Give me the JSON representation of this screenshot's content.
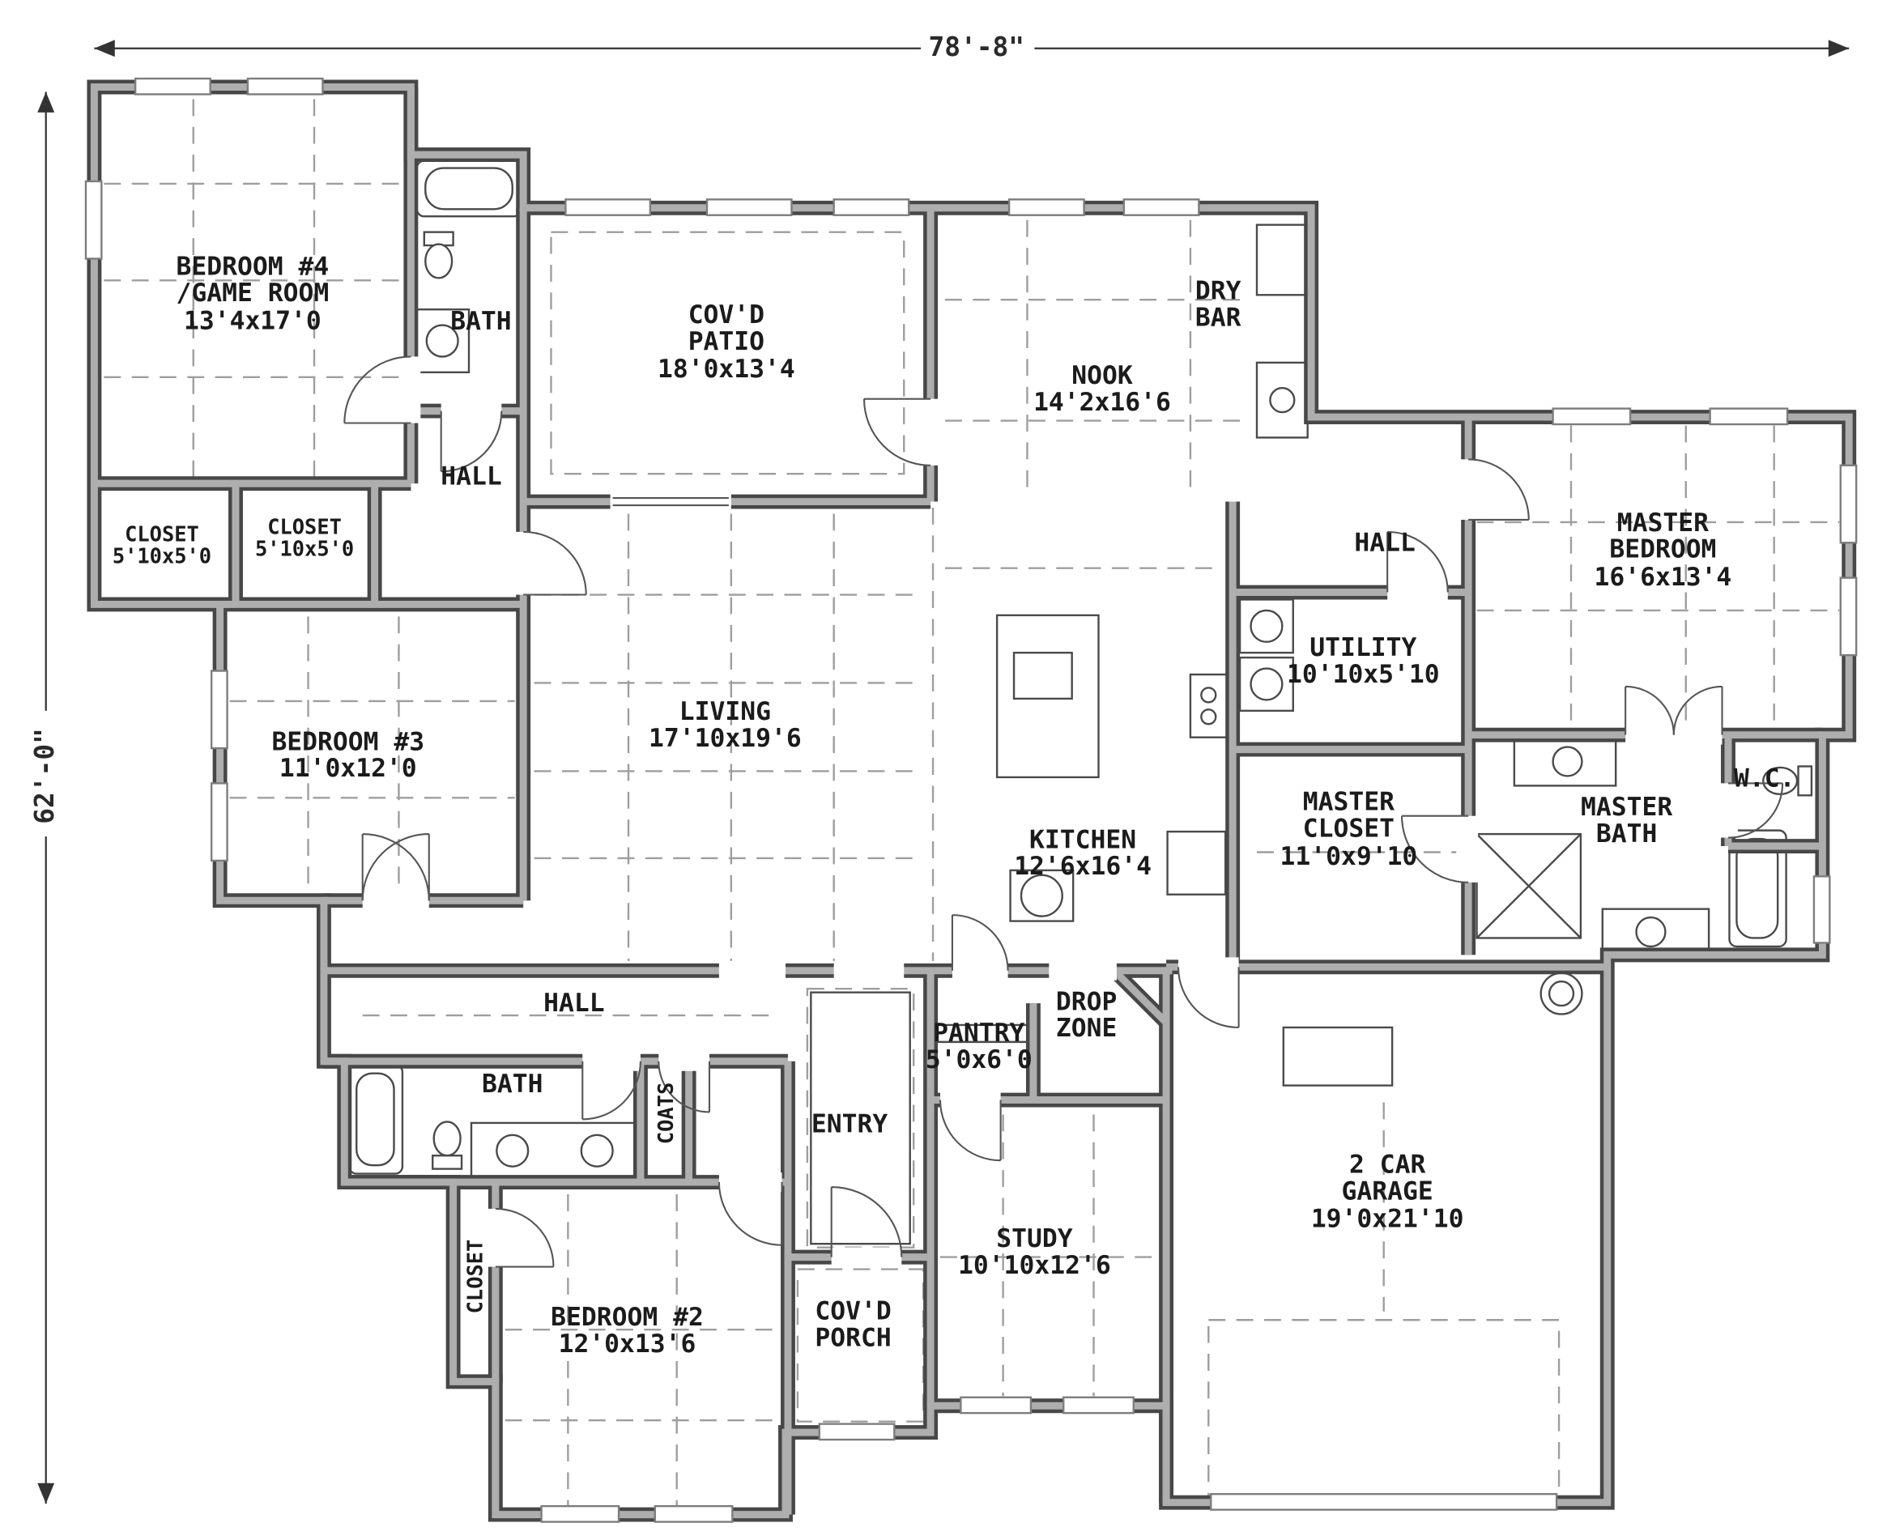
{
  "dimensions": {
    "width": "78'-8\"",
    "depth": "62'-0\""
  },
  "rooms": {
    "bedroom4": {
      "lines": [
        "BEDROOM #4",
        "/GAME ROOM",
        "13'4x17'0"
      ]
    },
    "bath_top": {
      "lines": [
        "BATH"
      ]
    },
    "covd_patio": {
      "lines": [
        "COV'D",
        "PATIO",
        "18'0x13'4"
      ]
    },
    "nook": {
      "lines": [
        "NOOK",
        "14'2x16'6"
      ]
    },
    "dry_bar": {
      "lines": [
        "DRY",
        "BAR"
      ]
    },
    "hall_top": {
      "lines": [
        "HALL"
      ]
    },
    "closet_a": {
      "lines": [
        "CLOSET",
        "5'10x5'0"
      ]
    },
    "closet_b": {
      "lines": [
        "CLOSET",
        "5'10x5'0"
      ]
    },
    "master_bedroom": {
      "lines": [
        "MASTER",
        "BEDROOM",
        "16'6x13'4"
      ]
    },
    "hall_right": {
      "lines": [
        "HALL"
      ]
    },
    "bedroom3": {
      "lines": [
        "BEDROOM #3",
        "11'0x12'0"
      ]
    },
    "living": {
      "lines": [
        "LIVING",
        "17'10x19'6"
      ]
    },
    "utility": {
      "lines": [
        "UTILITY",
        "10'10x5'10"
      ]
    },
    "kitchen": {
      "lines": [
        "KITCHEN",
        "12'6x16'4"
      ]
    },
    "master_closet": {
      "lines": [
        "MASTER",
        "CLOSET",
        "11'0x9'10"
      ]
    },
    "master_bath": {
      "lines": [
        "MASTER",
        "BATH"
      ]
    },
    "wc": {
      "lines": [
        "W.C."
      ]
    },
    "hall_lower": {
      "lines": [
        "HALL"
      ]
    },
    "bath_lower": {
      "lines": [
        "BATH"
      ]
    },
    "coats": {
      "lines": [
        "COATS"
      ]
    },
    "entry": {
      "lines": [
        "ENTRY"
      ]
    },
    "pantry": {
      "lines": [
        "PANTRY",
        "5'0x6'0"
      ]
    },
    "drop_zone": {
      "lines": [
        "DROP",
        "ZONE"
      ]
    },
    "closet_b2": {
      "lines": [
        "CLOSET"
      ]
    },
    "bedroom2": {
      "lines": [
        "BEDROOM #2",
        "12'0x13'6"
      ]
    },
    "covd_porch": {
      "lines": [
        "COV'D",
        "PORCH"
      ]
    },
    "study": {
      "lines": [
        "STUDY",
        "10'10x12'6"
      ]
    },
    "garage": {
      "lines": [
        "2 CAR",
        "GARAGE",
        "19'0x21'10"
      ]
    }
  },
  "colors": {
    "wall_outline": "#474747",
    "wall_fill": "#aeaeae",
    "dashed_line": "#9e9e9e",
    "fixture_line": "#4a4a4a",
    "text": "#1b1b1b",
    "background": "#ffffff"
  }
}
